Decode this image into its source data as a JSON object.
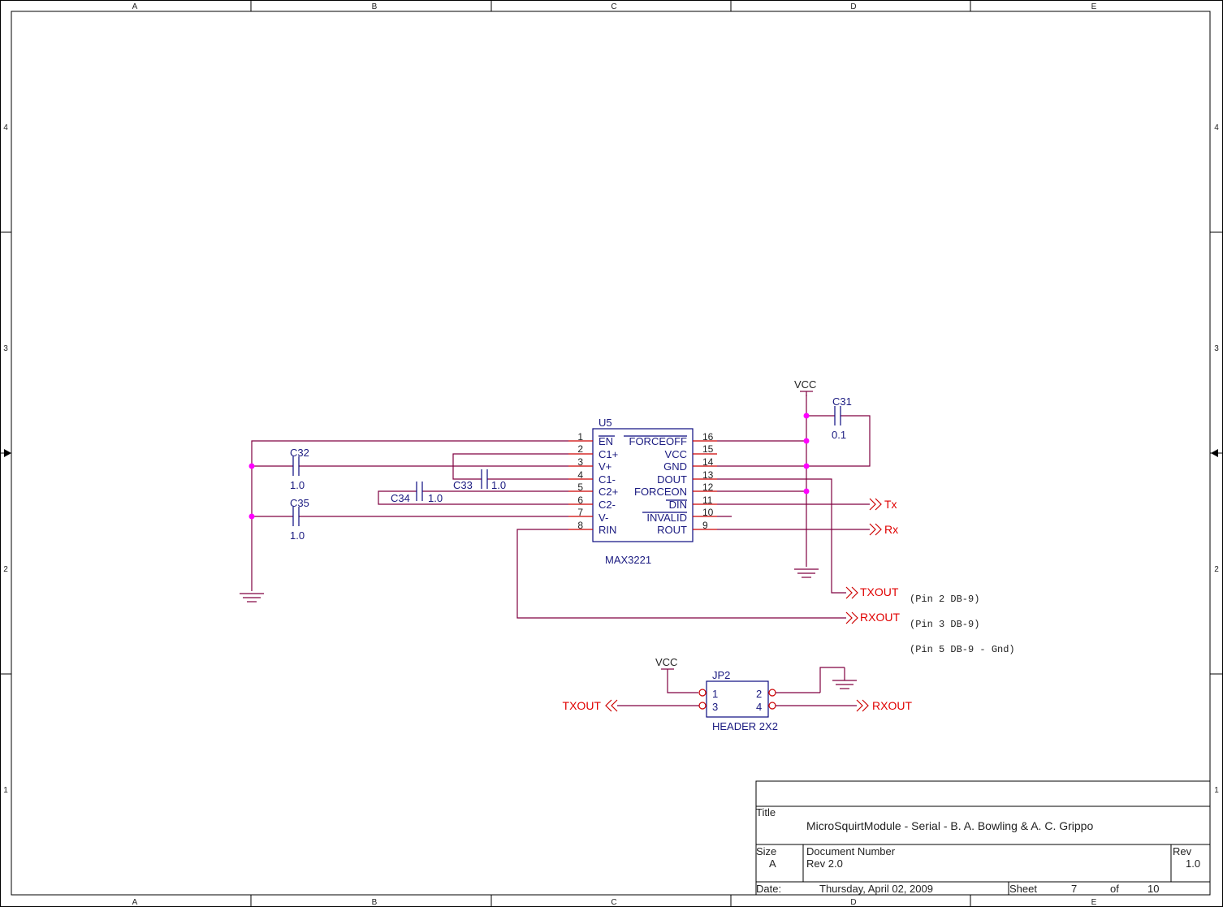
{
  "border": {
    "columns": [
      "A",
      "B",
      "C",
      "D",
      "E"
    ],
    "rows": [
      "4",
      "3",
      "2",
      "1"
    ]
  },
  "u5": {
    "ref": "U5",
    "part": "MAX3221",
    "left_pins": [
      {
        "num": "1",
        "name": "EN"
      },
      {
        "num": "2",
        "name": "C1+"
      },
      {
        "num": "3",
        "name": "V+"
      },
      {
        "num": "4",
        "name": "C1-"
      },
      {
        "num": "5",
        "name": "C2+"
      },
      {
        "num": "6",
        "name": "C2-"
      },
      {
        "num": "7",
        "name": "V-"
      },
      {
        "num": "8",
        "name": "RIN"
      }
    ],
    "right_pins": [
      {
        "num": "16",
        "name": "FORCEOFF"
      },
      {
        "num": "15",
        "name": "VCC"
      },
      {
        "num": "14",
        "name": "GND"
      },
      {
        "num": "13",
        "name": "DOUT"
      },
      {
        "num": "12",
        "name": "FORCEON"
      },
      {
        "num": "11",
        "name": "DIN"
      },
      {
        "num": "10",
        "name": "INVALID"
      },
      {
        "num": "9",
        "name": "ROUT"
      }
    ]
  },
  "caps": {
    "c31": {
      "ref": "C31",
      "value": "0.1"
    },
    "c32": {
      "ref": "C32",
      "value": "1.0"
    },
    "c33": {
      "ref": "C33",
      "value": "1.0"
    },
    "c34": {
      "ref": "C34",
      "value": "1.0"
    },
    "c35": {
      "ref": "C35",
      "value": "1.0"
    }
  },
  "power": {
    "vcc": "VCC"
  },
  "nets": {
    "tx": "Tx",
    "rx": "Rx",
    "txout": "TXOUT",
    "rxout": "RXOUT"
  },
  "notes": {
    "txout": "(Pin 2 DB-9)",
    "rxout": "(Pin 3 DB-9)",
    "gnd": "(Pin 5 DB-9 - Gnd)"
  },
  "jp2": {
    "ref": "JP2",
    "part": "HEADER 2X2",
    "pins": [
      "1",
      "2",
      "3",
      "4"
    ]
  },
  "title_block": {
    "title_label": "Title",
    "title": "MicroSquirtModule - Serial - B. A. Bowling & A. C. Grippo",
    "size_label": "Size",
    "size": "A",
    "docnum_label": "Document Number",
    "docnum": "Rev 2.0",
    "rev_label": "Rev",
    "rev": "1.0",
    "date_label": "Date:",
    "date": "Thursday, April 02, 2009",
    "sheet_label": "Sheet",
    "sheet": "7",
    "of_label": "of",
    "sheet_total": "10"
  }
}
